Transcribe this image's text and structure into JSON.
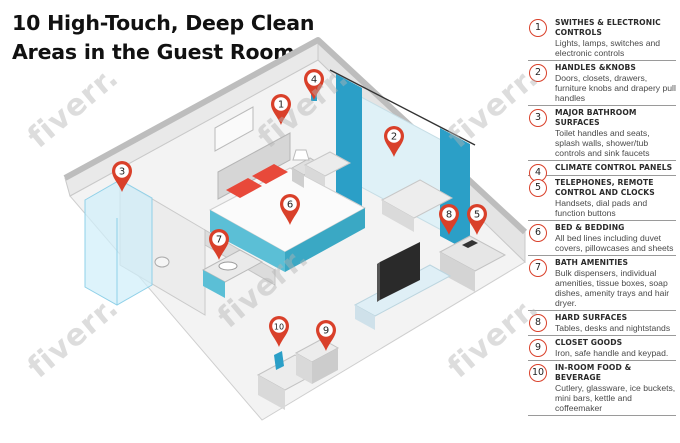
{
  "title": {
    "line1": "10 High-Touch, Deep Clean",
    "line2": "Areas in the Guest Room"
  },
  "watermark": "fiverr.",
  "colors": {
    "accent": "#d9402a",
    "curtain": "#2b9fc7",
    "bed_base": "#5bbfd6",
    "pillow": "#e8493a"
  },
  "legend": [
    {
      "num": "1",
      "heading": "SWITHES & ELECTRONIC CONTROLS",
      "desc": "Lights, lamps, switches and electronic controls"
    },
    {
      "num": "2",
      "heading": "HANDLES &KNOBS",
      "desc": "Doors, closets, drawers, furniture knobs and drapery pull handles"
    },
    {
      "num": "3",
      "heading": "MAJOR BATHROOM SURFACES",
      "desc": "Toilet handles and seats, splash walls, shower/tub controls and sink faucets"
    },
    {
      "num": "4",
      "heading": "CLIMATE CONTROL PANELS",
      "desc": ""
    },
    {
      "num": "5",
      "heading": "TELEPHONES, REMOTE CONTROL AND CLOCKS",
      "desc": "Handsets, dial pads and function buttons"
    },
    {
      "num": "6",
      "heading": "BED & BEDDING",
      "desc": "All bed lines including duvet covers, pillowcases and sheets"
    },
    {
      "num": "7",
      "heading": "BATH AMENITIES",
      "desc": "Bulk dispensers, individual amenities, tissue boxes, soap dishes, amenity trays and hair dryer."
    },
    {
      "num": "8",
      "heading": "HARD SURFACES",
      "desc": "Tables, desks and nightstands"
    },
    {
      "num": "9",
      "heading": "CLOSET GOODS",
      "desc": "Iron, safe handle and keypad."
    },
    {
      "num": "10",
      "heading": "IN-ROOM FOOD & BEVERAGE",
      "desc": "Cutlery, glassware, ice buckets, mini bars, kettle and coffeemaker"
    }
  ],
  "pins": [
    {
      "label": "1"
    },
    {
      "label": "2"
    },
    {
      "label": "3"
    },
    {
      "label": "4"
    },
    {
      "label": "5"
    },
    {
      "label": "6"
    },
    {
      "label": "7"
    },
    {
      "label": "8"
    },
    {
      "label": "9"
    },
    {
      "label": "10"
    }
  ]
}
